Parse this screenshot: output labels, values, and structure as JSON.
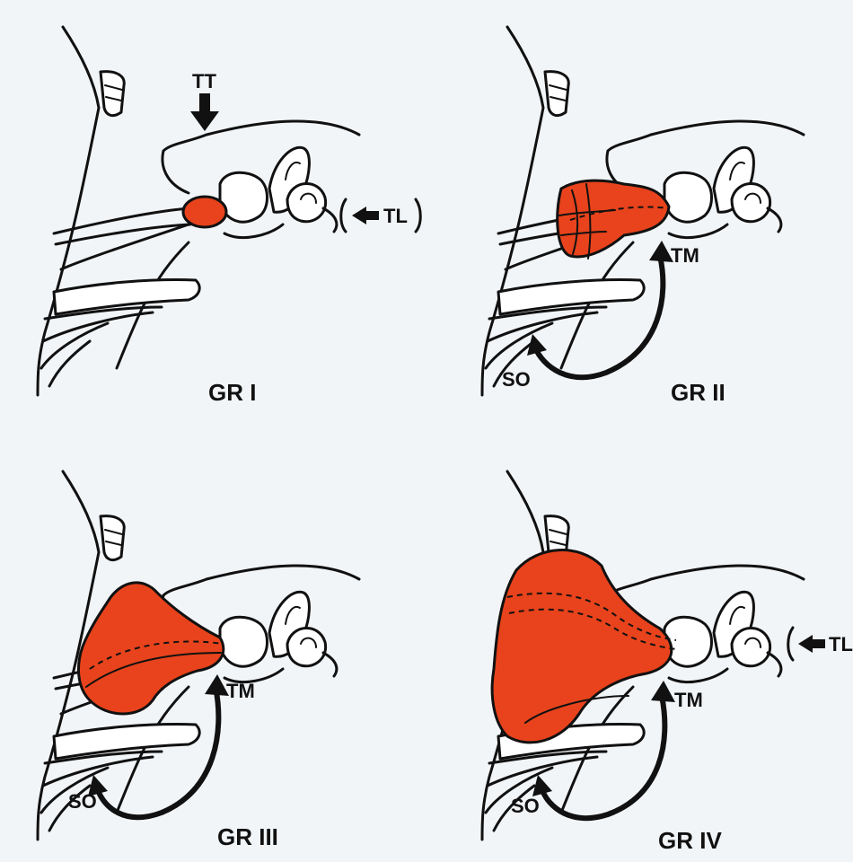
{
  "colors": {
    "tumor": "#e8431c",
    "line": "#111111",
    "background": "#f2f5f8"
  },
  "panels": [
    {
      "title": "GR  I",
      "labels": {
        "tt": "TT",
        "tl": "TL"
      }
    },
    {
      "title": "GR  II",
      "labels": {
        "tm": "TM",
        "so": "SO"
      }
    },
    {
      "title": "GR  III",
      "labels": {
        "tm": "TM",
        "so": "SO"
      }
    },
    {
      "title": "GR IV",
      "labels": {
        "tm": "TM",
        "so": "SO",
        "tl": "TL"
      }
    }
  ]
}
